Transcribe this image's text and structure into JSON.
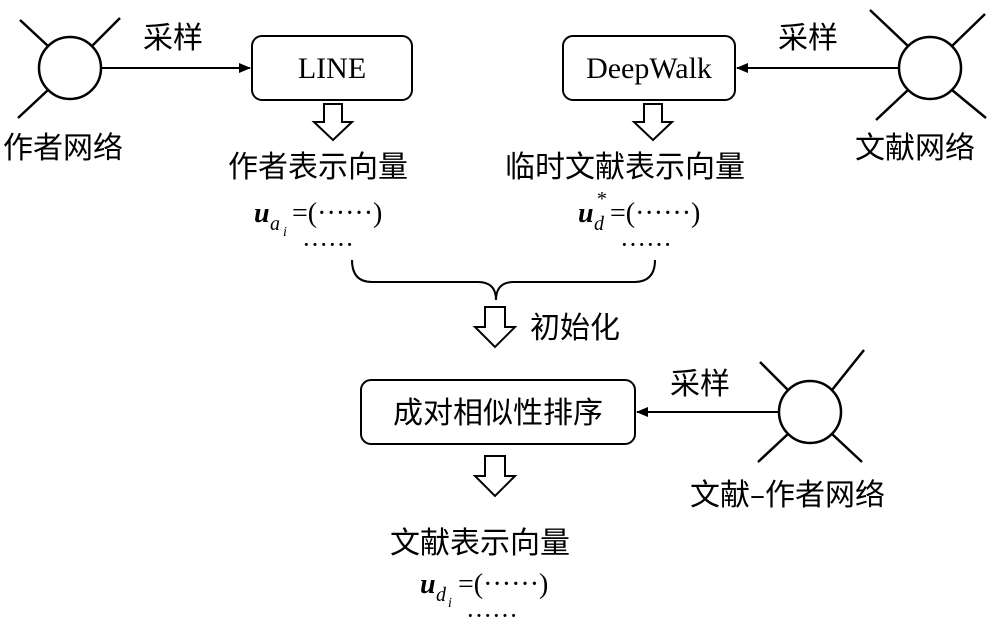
{
  "nodes": {
    "author_network": "作者网络",
    "literature_network": "文献网络",
    "lit_author_network": "文献–作者网络"
  },
  "sampling": {
    "left": "采样",
    "right": "采样",
    "bottom": "采样"
  },
  "boxes": {
    "line": "LINE",
    "deepwalk": "DeepWalk",
    "ranking": "成对相似性排序"
  },
  "outputs": {
    "author_repr": "作者表示向量",
    "temp_lit_repr": "临时文献表示向量",
    "lit_repr": "文献表示向量"
  },
  "formulas": {
    "u": "u",
    "sub_a": "a",
    "sub_i": "i",
    "sub_d": "d",
    "star": "*",
    "eq_tail": "=(······)",
    "ellipsis": "······"
  },
  "init_label": "初始化"
}
